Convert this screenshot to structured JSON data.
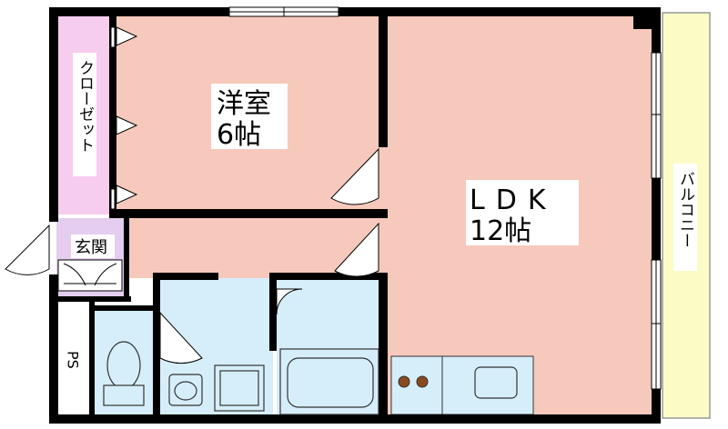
{
  "rooms": {
    "western_room": {
      "name": "洋室",
      "size": "6帖"
    },
    "ldk": {
      "name": "LDK",
      "size": "12帖"
    },
    "closet": {
      "name": "クローゼット"
    },
    "entrance": {
      "name": "玄関"
    },
    "balcony": {
      "name": "バルコニー"
    },
    "ps": {
      "name": "PS"
    }
  },
  "colors": {
    "room_fill": "#f6c9bc",
    "closet_fill": "#f6cdef",
    "entrance_fill": "#e4cdee",
    "wet_area_fill": "#d6eefa",
    "balcony_fill": "#fbfbc6",
    "wall": "#000000"
  }
}
